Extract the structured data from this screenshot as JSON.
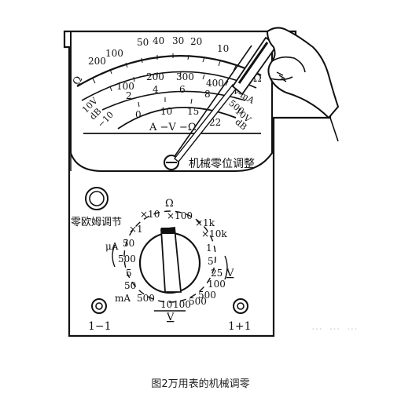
{
  "diagram": {
    "caption": "图2万用表的机械调零",
    "mech_zero_label": "机械零位调整",
    "ohm_zero_label": "零欧姆调节",
    "jack_left": "1−1",
    "jack_right": "1+1",
    "meter": {
      "ohm_symbol": "Ω",
      "ohm_ticks": [
        "50",
        "40",
        "30",
        "20",
        "200",
        "100",
        "10"
      ],
      "dc_ticks": [
        "100",
        "200",
        "300",
        "400"
      ],
      "mid_ticks": [
        "2",
        "4",
        "6",
        "8"
      ],
      "db_ticks": [
        "0",
        "10",
        "15",
        "22"
      ],
      "left_labels": [
        "10V",
        "dB",
        "−10"
      ],
      "right_labels": [
        "V-mA",
        "500",
        "10V",
        "dB"
      ],
      "unit_label": "A −V −Ω"
    },
    "dial": {
      "omega": "Ω",
      "ranges": [
        "×10",
        "×100",
        "×1k",
        "×1",
        "×10k",
        "μA",
        "50",
        "1",
        "500",
        "5",
        "25",
        "5",
        "V",
        "50",
        "100",
        "mA",
        "500",
        "500",
        "10",
        "100",
        "500",
        "V"
      ]
    },
    "watermark": "… … …"
  }
}
